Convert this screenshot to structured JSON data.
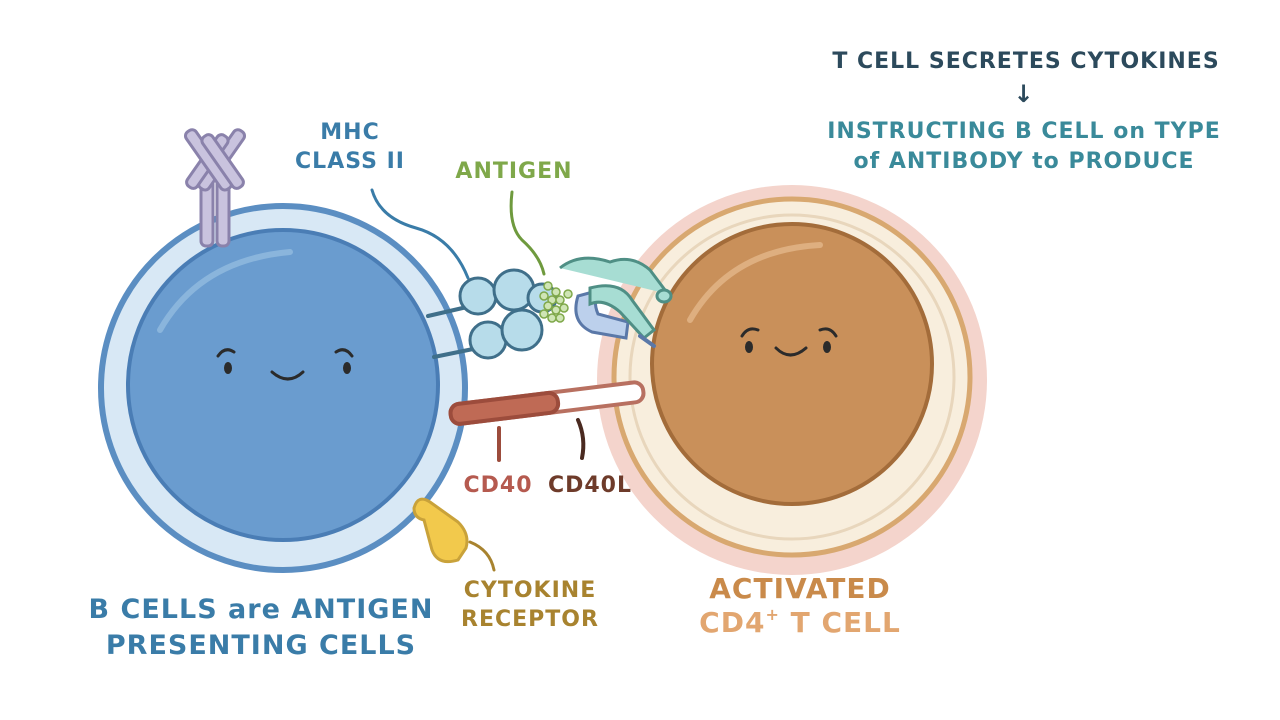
{
  "labels": {
    "mhc": [
      "MHC",
      "CLASS II"
    ],
    "antigen": "ANTIGEN",
    "cd40": "CD40",
    "cd40l": "CD40L",
    "cytokine_receptor": [
      "CYTOKINE",
      "RECEPTOR"
    ],
    "b_cells_caption": [
      "B CELLS are ANTIGEN",
      "PRESENTING CELLS"
    ],
    "t_cell_caption": [
      "ACTIVATED",
      "CD4",
      "+",
      " T CELL"
    ],
    "top_note": {
      "line1": "T CELL SECRETES CYTOKINES",
      "arrow": "↓",
      "line2": "INSTRUCTING B CELL on TYPE",
      "line3": "of ANTIBODY to PRODUCE"
    }
  },
  "colors": {
    "b_cell_label": "#3a7ca8",
    "antigen_label": "#7fa84a",
    "cd40_label": "#b55a4f",
    "cd40l_label": "#6e3b2a",
    "cytokine_label": "#a8832f",
    "t_cell_label": "#c98a4a",
    "b_cell_outer": "#d8e8f5",
    "b_cell_nucleus": "#6a9ccf",
    "t_cell_halo": "#f4d4cc",
    "t_cell_outer": "#f7ecd8",
    "t_cell_nucleus": "#c9905a",
    "antibody": "#c9c3de",
    "mhc": "#b7dcea",
    "tcr": "#a7ddd3",
    "receptor": "#f2c94c"
  }
}
